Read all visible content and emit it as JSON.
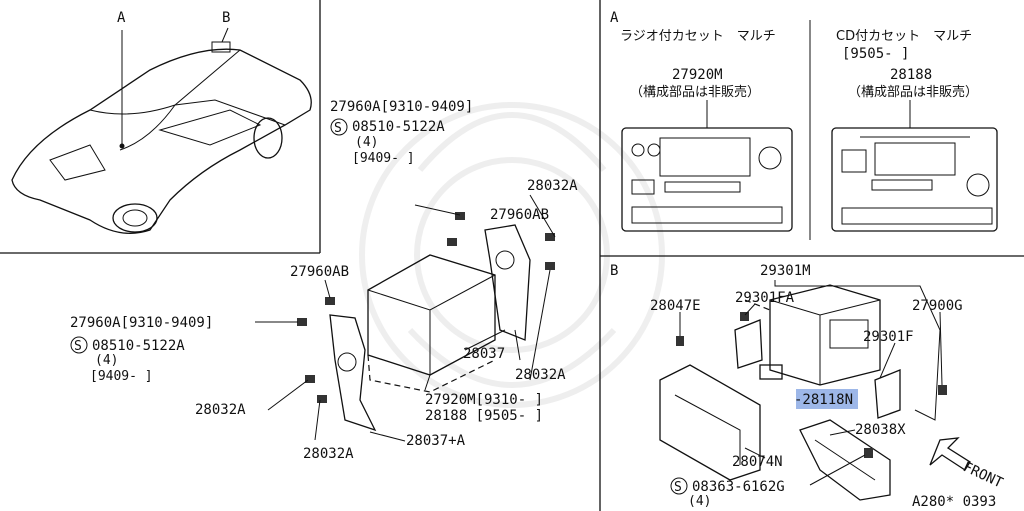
{
  "panels": {
    "car": {
      "callout_a": "A",
      "callout_b": "B"
    },
    "bracket": {
      "upper_part": "27960A[9310-9409]",
      "upper_screw_code": "08510-5122A",
      "upper_screw_qty": "(4)",
      "upper_screw_date": "[9409-      ]",
      "screw_ab_right": "27960AB",
      "screw_ab_left": "27960AB",
      "lower_part": "27960A[9310-9409]",
      "lower_screw_code": "08510-5122A",
      "lower_screw_qty": "(4)",
      "lower_screw_date": "[9409-      ]",
      "bolt_top_right": "28032A",
      "bolt_mid_right": "28032A",
      "bolt_left_a": "28032A",
      "bolt_left_b": "28032A",
      "bracket_r": "28037",
      "bracket_l": "28037+A",
      "unit_1": "27920M[9310-      ]",
      "unit_2": "28188  [9505-      ]"
    },
    "a": {
      "letter": "A",
      "left_title": "ラジオ付カセット　マルチ",
      "left_part": "27920M",
      "left_note": "（構成部品は非販売）",
      "right_title": "CD付カセット　マルチ",
      "right_date": "[9505-      ]",
      "right_part": "28188",
      "right_note": "（構成部品は非販売）"
    },
    "b": {
      "letter": "B",
      "unit": "29301M",
      "clip": "28047E",
      "bracket_fa": "29301FA",
      "screw_g": "27900G",
      "bracket_f": "29301F",
      "harness": "-28118N",
      "stay": "28038X",
      "cover": "28074N",
      "screw_code": "08363-6162G",
      "screw_qty": "(4)",
      "front": "FRONT",
      "ref": "A280* 0393"
    }
  }
}
